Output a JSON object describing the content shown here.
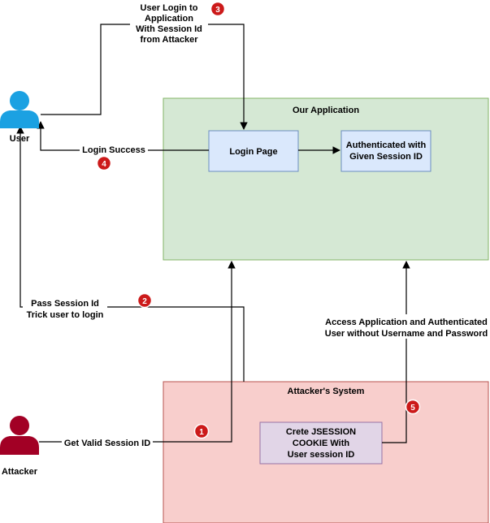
{
  "actors": {
    "user": "User",
    "attacker": "Attacker"
  },
  "containers": {
    "app": "Our Application",
    "attacker_system": "Attacker's System"
  },
  "boxes": {
    "login_page": "Login Page",
    "authenticated": [
      "Authenticated with",
      "Given Session ID"
    ],
    "crete_jsession": [
      "Crete JSESSION",
      "COOKIE With",
      "User session ID"
    ]
  },
  "edge_labels": {
    "user_login": [
      "User Login to",
      "Application",
      "With Session Id",
      "from Attacker"
    ],
    "login_success": "Login Success",
    "pass_session": [
      "Pass Session Id",
      "Trick user to login"
    ],
    "access_app": [
      "Access Application and Authenticated",
      "User without Username and Password"
    ],
    "get_valid": "Get Valid Session ID"
  },
  "steps": [
    "1",
    "2",
    "3",
    "4",
    "5"
  ],
  "colors": {
    "app_fill": "#d5e8d4",
    "app_stroke": "#82b366",
    "attacker_fill": "#f8cecc",
    "attacker_stroke": "#b85450",
    "login_fill": "#dae8fc",
    "login_stroke": "#6c8ebf",
    "purple_fill": "#e1d5e7",
    "purple_stroke": "#9673a6",
    "user_icon": "#1ba1e2",
    "attacker_icon": "#a20025",
    "badge": "#cc1a1a"
  }
}
